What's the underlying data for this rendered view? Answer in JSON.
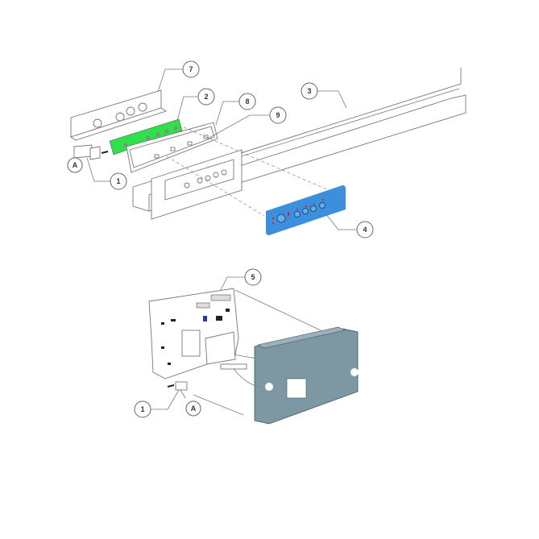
{
  "colors": {
    "pcb": "#2ee04a",
    "panel": "#3b8fdc",
    "cover": "#7d97a3",
    "led": "#e02020"
  },
  "callouts": {
    "top_7": "7",
    "top_2": "2",
    "top_8": "8",
    "top_9": "9",
    "top_3": "3",
    "top_a": "A",
    "top_1": "1",
    "top_4": "4",
    "bottom_5": "5",
    "bottom_1": "1",
    "bottom_a": "A"
  }
}
